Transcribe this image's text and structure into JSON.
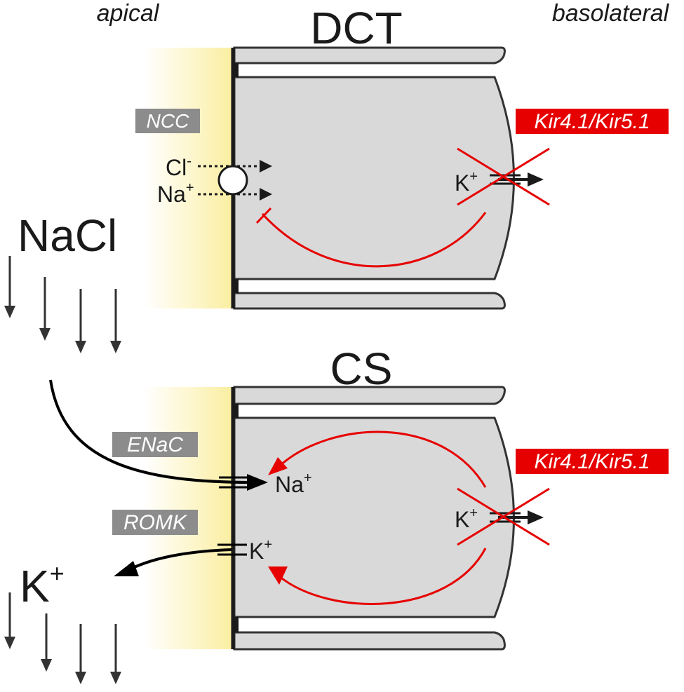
{
  "labels": {
    "apical": "apical",
    "basolateral": "basolateral",
    "dct": "DCT",
    "cs": "CS",
    "nacl": "NaCl",
    "k_lumen": "K",
    "k_lumen_sup": "+"
  },
  "transporters": {
    "ncc": "NCC",
    "enac": "ENaC",
    "romk": "ROMK",
    "kir_top": "Kir4.1/Kir5.1",
    "kir_bottom": "Kir4.1/Kir5.1"
  },
  "ions": {
    "cl": "Cl",
    "cl_sup": "-",
    "na": "Na",
    "na_sup": "+",
    "k": "K",
    "k_sup": "+"
  },
  "colors": {
    "lumen_yellow": "#fbf1b8",
    "cell_gray": "#d9d9d9",
    "outline": "#333333",
    "inhibit_red": "#e60000",
    "label_box": "#8c8c8c"
  }
}
